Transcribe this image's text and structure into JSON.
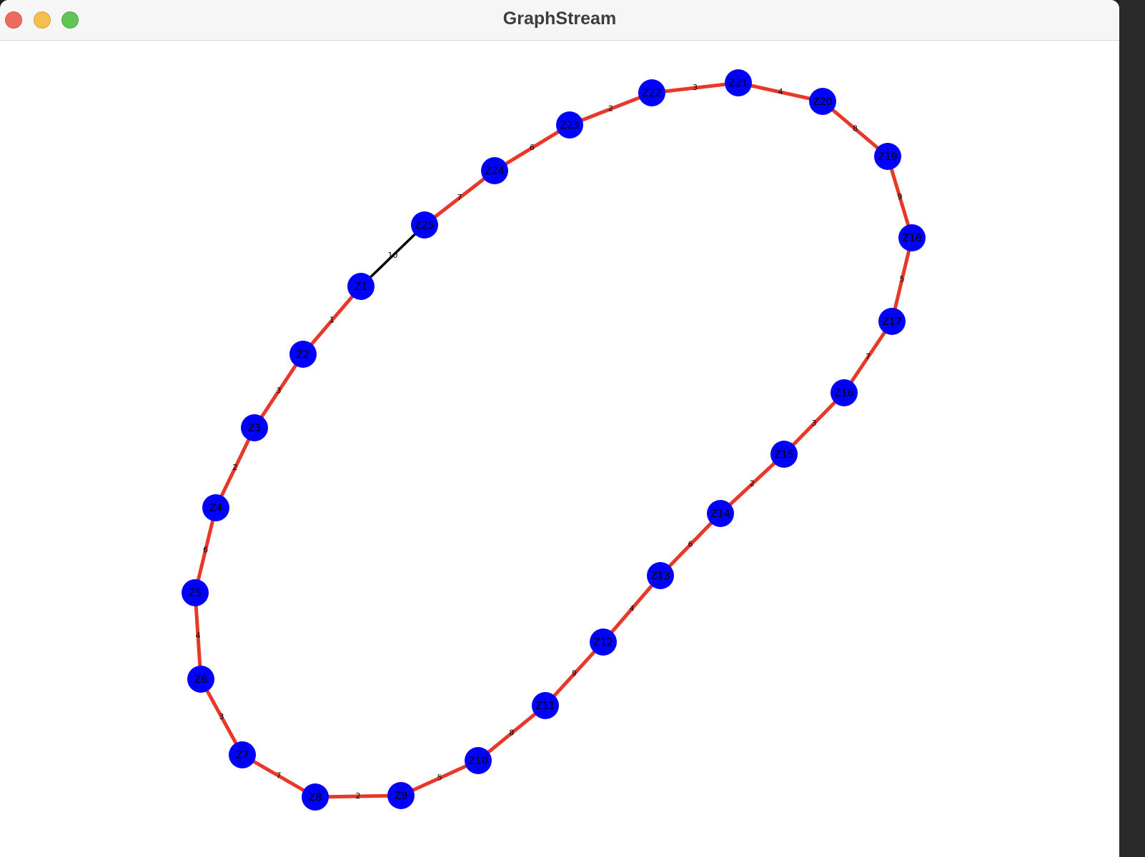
{
  "window": {
    "title": "GraphStream",
    "controls": [
      "close-button",
      "minimize-button",
      "maximize-button"
    ]
  },
  "graph": {
    "node_color": "#0000ff",
    "node_label_color": "#000000",
    "edge_colors": {
      "highlighted": "#e8382a",
      "default": "#000000"
    },
    "nodes": [
      {
        "id": "Z1"
      },
      {
        "id": "Z2"
      },
      {
        "id": "Z3"
      },
      {
        "id": "Z4"
      },
      {
        "id": "Z5"
      },
      {
        "id": "Z6"
      },
      {
        "id": "Z7"
      },
      {
        "id": "Z8"
      },
      {
        "id": "Z9"
      },
      {
        "id": "Z10"
      },
      {
        "id": "Z11"
      },
      {
        "id": "Z12"
      },
      {
        "id": "Z13"
      },
      {
        "id": "Z14"
      },
      {
        "id": "Z15"
      },
      {
        "id": "Z16"
      },
      {
        "id": "Z17"
      },
      {
        "id": "Z18"
      },
      {
        "id": "Z19"
      },
      {
        "id": "Z20"
      },
      {
        "id": "Z21"
      },
      {
        "id": "Z22"
      },
      {
        "id": "Z23"
      },
      {
        "id": "Z24"
      },
      {
        "id": "Z25"
      }
    ],
    "edges": [
      {
        "from": "Z1",
        "to": "Z2",
        "weight": "1",
        "highlighted": true
      },
      {
        "from": "Z2",
        "to": "Z3",
        "weight": "3",
        "highlighted": true
      },
      {
        "from": "Z3",
        "to": "Z4",
        "weight": "2",
        "highlighted": true
      },
      {
        "from": "Z4",
        "to": "Z5",
        "weight": "6",
        "highlighted": true
      },
      {
        "from": "Z5",
        "to": "Z6",
        "weight": "4",
        "highlighted": true
      },
      {
        "from": "Z6",
        "to": "Z7",
        "weight": "3",
        "highlighted": true
      },
      {
        "from": "Z7",
        "to": "Z8",
        "weight": "7",
        "highlighted": true
      },
      {
        "from": "Z8",
        "to": "Z9",
        "weight": "2",
        "highlighted": true
      },
      {
        "from": "Z9",
        "to": "Z10",
        "weight": "5",
        "highlighted": true
      },
      {
        "from": "Z10",
        "to": "Z11",
        "weight": "8",
        "highlighted": true
      },
      {
        "from": "Z11",
        "to": "Z12",
        "weight": "9",
        "highlighted": true
      },
      {
        "from": "Z12",
        "to": "Z13",
        "weight": "4",
        "highlighted": true
      },
      {
        "from": "Z13",
        "to": "Z14",
        "weight": "6",
        "highlighted": true
      },
      {
        "from": "Z14",
        "to": "Z15",
        "weight": "2",
        "highlighted": true
      },
      {
        "from": "Z15",
        "to": "Z16",
        "weight": "3",
        "highlighted": true
      },
      {
        "from": "Z16",
        "to": "Z17",
        "weight": "7",
        "highlighted": true
      },
      {
        "from": "Z17",
        "to": "Z18",
        "weight": "5",
        "highlighted": true
      },
      {
        "from": "Z18",
        "to": "Z19",
        "weight": "9",
        "highlighted": true
      },
      {
        "from": "Z19",
        "to": "Z20",
        "weight": "8",
        "highlighted": true
      },
      {
        "from": "Z20",
        "to": "Z21",
        "weight": "4",
        "highlighted": true
      },
      {
        "from": "Z21",
        "to": "Z22",
        "weight": "3",
        "highlighted": true
      },
      {
        "from": "Z22",
        "to": "Z23",
        "weight": "2",
        "highlighted": true
      },
      {
        "from": "Z23",
        "to": "Z24",
        "weight": "6",
        "highlighted": true
      },
      {
        "from": "Z24",
        "to": "Z25",
        "weight": "7",
        "highlighted": true
      },
      {
        "from": "Z25",
        "to": "Z1",
        "weight": "10",
        "highlighted": false
      }
    ]
  }
}
